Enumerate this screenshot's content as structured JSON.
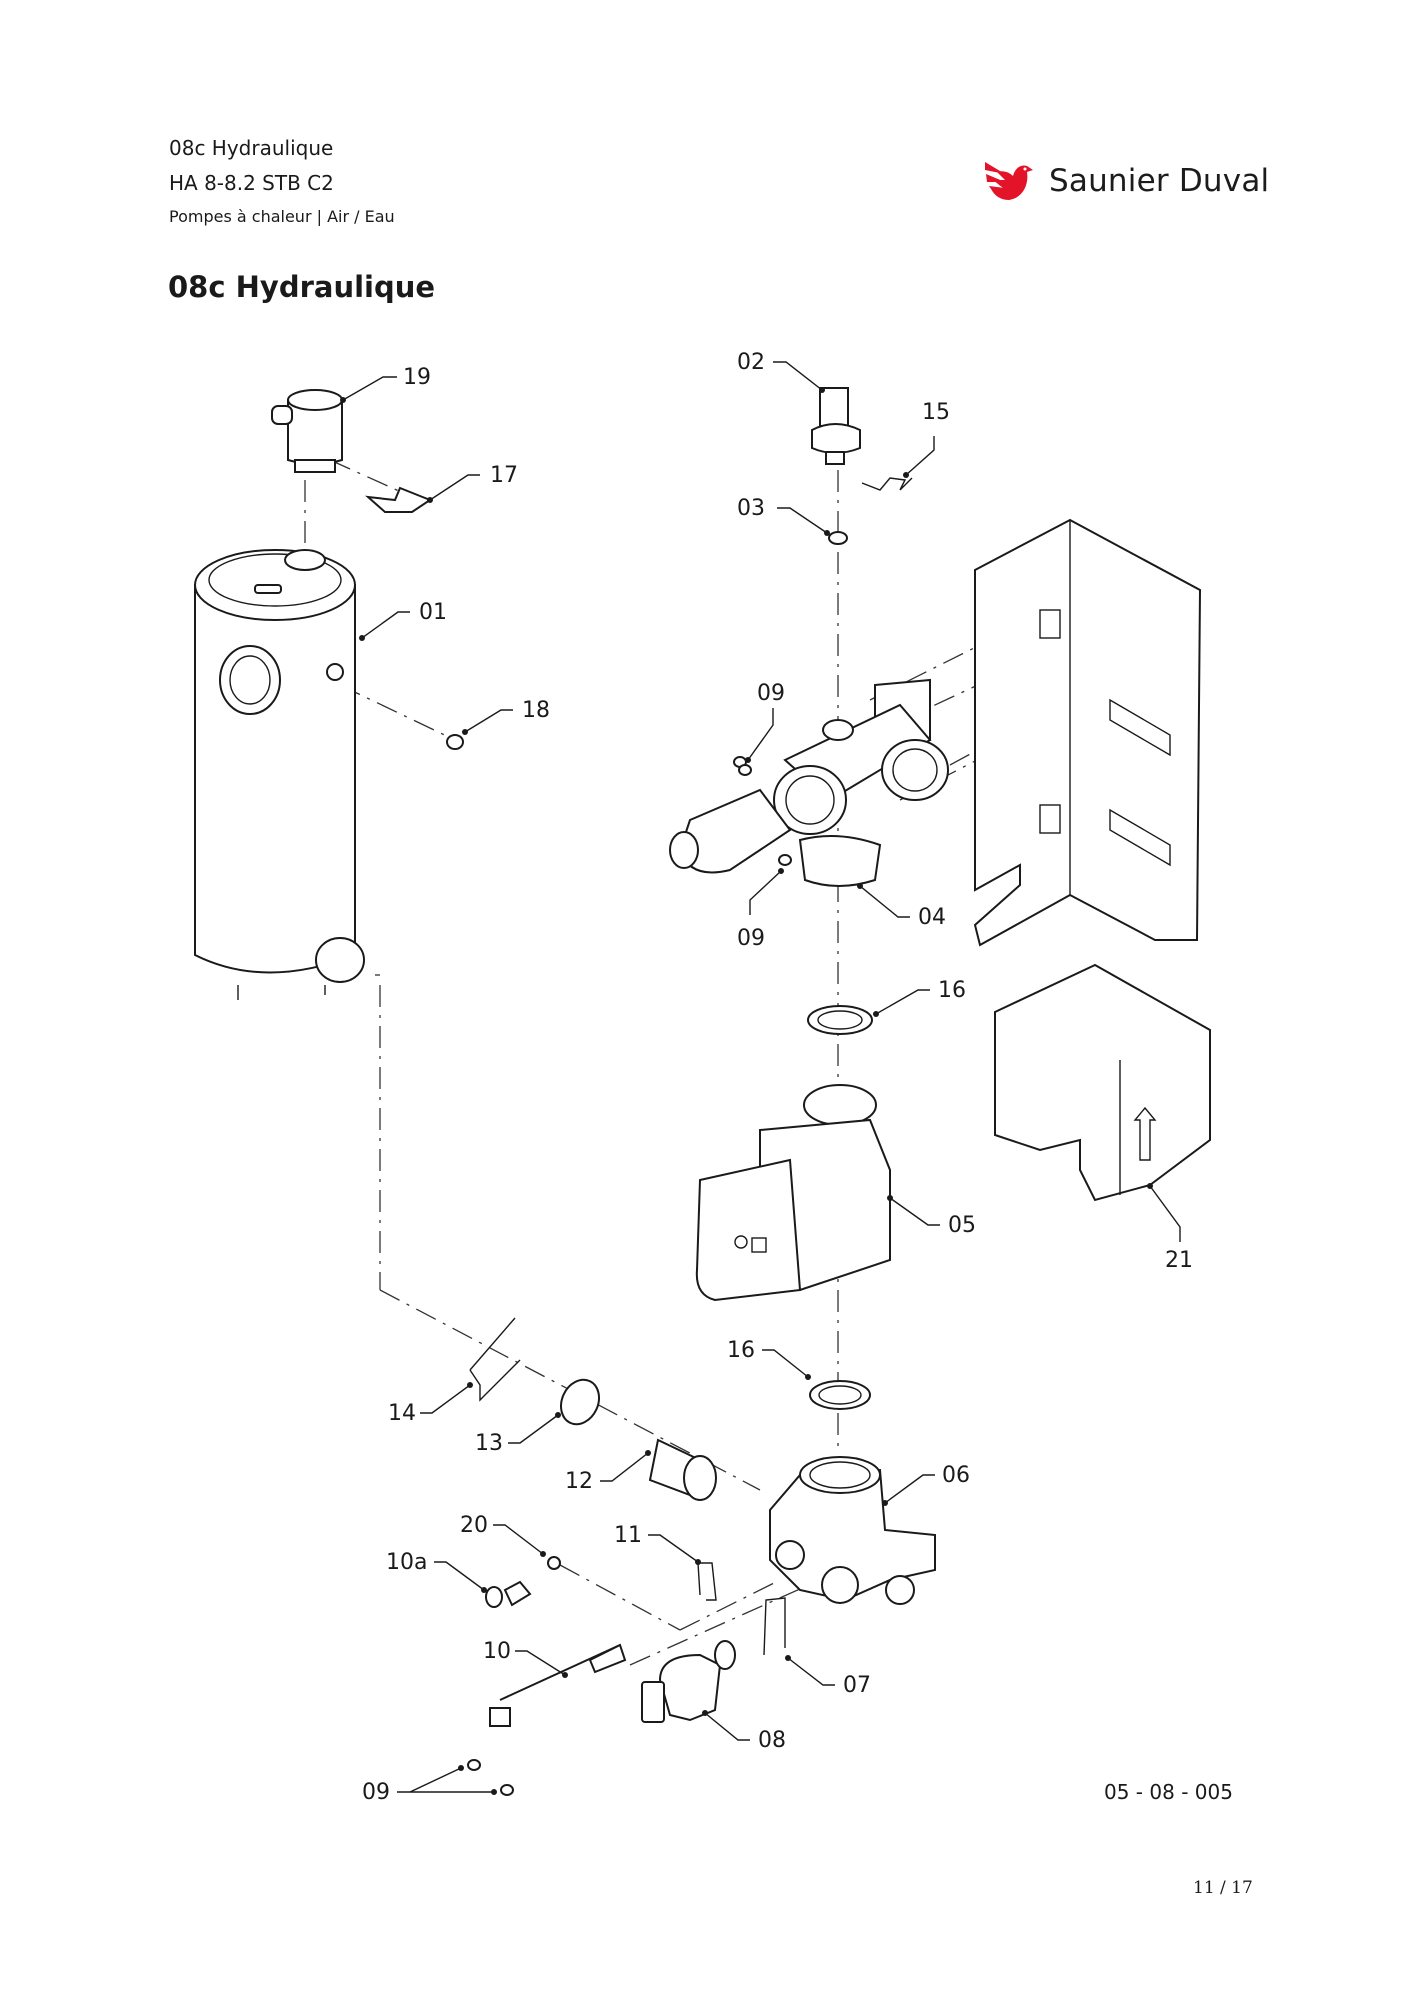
{
  "header": {
    "title": "08c Hydraulique",
    "model": "HA 8-8.2 STB C2",
    "category": "Pompes à chaleur | Air / Eau"
  },
  "brand": {
    "name": "Saunier Duval",
    "logo_icon": "red-bird-icon",
    "accent_color": "#e3142a"
  },
  "page_title": "08c Hydraulique",
  "diagram": {
    "type": "exploded-parts-view",
    "callouts": [
      {
        "id": "c19",
        "label": "19"
      },
      {
        "id": "c17",
        "label": "17"
      },
      {
        "id": "c01",
        "label": "01"
      },
      {
        "id": "c18",
        "label": "18"
      },
      {
        "id": "c02",
        "label": "02"
      },
      {
        "id": "c15",
        "label": "15"
      },
      {
        "id": "c03",
        "label": "03"
      },
      {
        "id": "c09a",
        "label": "09"
      },
      {
        "id": "c09b",
        "label": "09"
      },
      {
        "id": "c04",
        "label": "04"
      },
      {
        "id": "c16a",
        "label": "16"
      },
      {
        "id": "c05",
        "label": "05"
      },
      {
        "id": "c21",
        "label": "21"
      },
      {
        "id": "c16b",
        "label": "16"
      },
      {
        "id": "c14",
        "label": "14"
      },
      {
        "id": "c13",
        "label": "13"
      },
      {
        "id": "c12",
        "label": "12"
      },
      {
        "id": "c06",
        "label": "06"
      },
      {
        "id": "c20",
        "label": "20"
      },
      {
        "id": "c11",
        "label": "11"
      },
      {
        "id": "c10a",
        "label": "10a"
      },
      {
        "id": "c10",
        "label": "10"
      },
      {
        "id": "c07",
        "label": "07"
      },
      {
        "id": "c08",
        "label": "08"
      },
      {
        "id": "c09c",
        "label": "09"
      }
    ]
  },
  "footer": {
    "reference": "05 - 08 - 005",
    "page": "11 / 17"
  }
}
